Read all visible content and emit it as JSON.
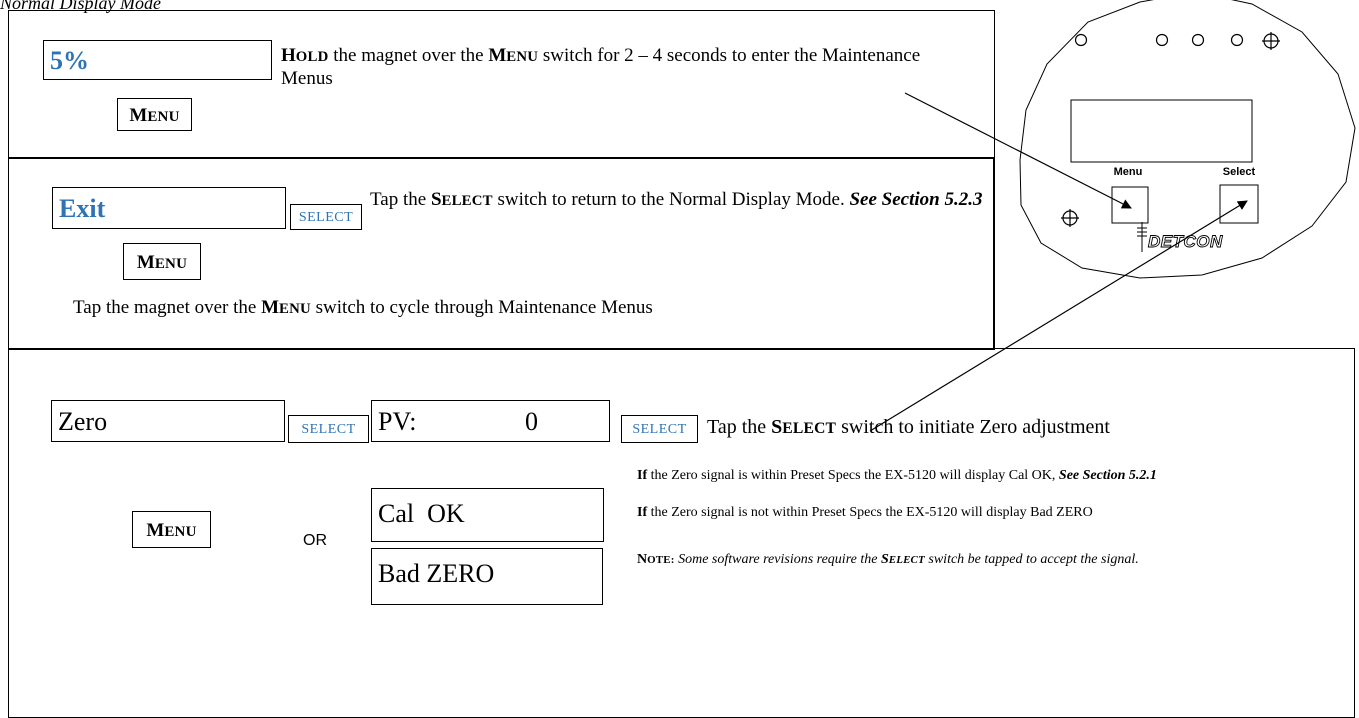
{
  "section_header": "Normal Display Mode",
  "panel1": {
    "display": "5%",
    "menu_key": {
      "first": "M",
      "rest": "ENU"
    },
    "text": {
      "hold_first": "H",
      "hold_rest": "OLD",
      "mid1": " the magnet over the ",
      "menu_first": "M",
      "menu_rest": "ENU",
      "mid2": " switch for 2 – 4 seconds to enter the Maintenance Menus"
    }
  },
  "panel2": {
    "display": "Exit",
    "select_key": "SELECT",
    "menu_key": {
      "first": "M",
      "rest": "ENU"
    },
    "text": {
      "t1": "Tap the ",
      "sel_first": "S",
      "sel_rest": "ELECT",
      "t2": " switch to return to the Normal Display Mode.  ",
      "see": "See Section 5.2.3"
    },
    "cycle": {
      "t1": "Tap the magnet over the ",
      "menu_first": "M",
      "menu_rest": "ENU",
      "t2": " switch to cycle through Maintenance Menus"
    }
  },
  "panel3": {
    "display_zero": "Zero",
    "select_key_1": "SELECT",
    "display_pv": {
      "label": "PV:",
      "value": "0"
    },
    "select_key_2": "SELECT",
    "tap": {
      "t1": "Tap the ",
      "sel_first": "S",
      "sel_rest": "ELECT",
      "t2": " switch to initiate Zero adjustment"
    },
    "menu_key": {
      "first": "M",
      "rest": "ENU"
    },
    "or": "OR",
    "display_cal_ok": "Cal  OK",
    "display_bad_zero": "Bad ZERO",
    "if_ok": {
      "if": "If",
      "t": " the Zero signal is within Preset Specs the EX-5120 will display Cal OK, ",
      "see": "See Section 5.2.1"
    },
    "if_bad": {
      "if": "If",
      "t": " the Zero signal is not within Preset Specs the EX-5120 will display Bad ZERO"
    },
    "note": {
      "label_first": "N",
      "label_rest": "OTE:",
      "t1": " Some software revisions require the ",
      "sel_first": "S",
      "sel_rest": "ELECT",
      "t2": " switch be tapped to accept the signal."
    }
  },
  "device": {
    "menu_label": "Menu",
    "select_label": "Select",
    "logo": "DETCON"
  },
  "colors": {
    "display_blue": "#2e74b5",
    "select_blue": "#2e74b5"
  }
}
